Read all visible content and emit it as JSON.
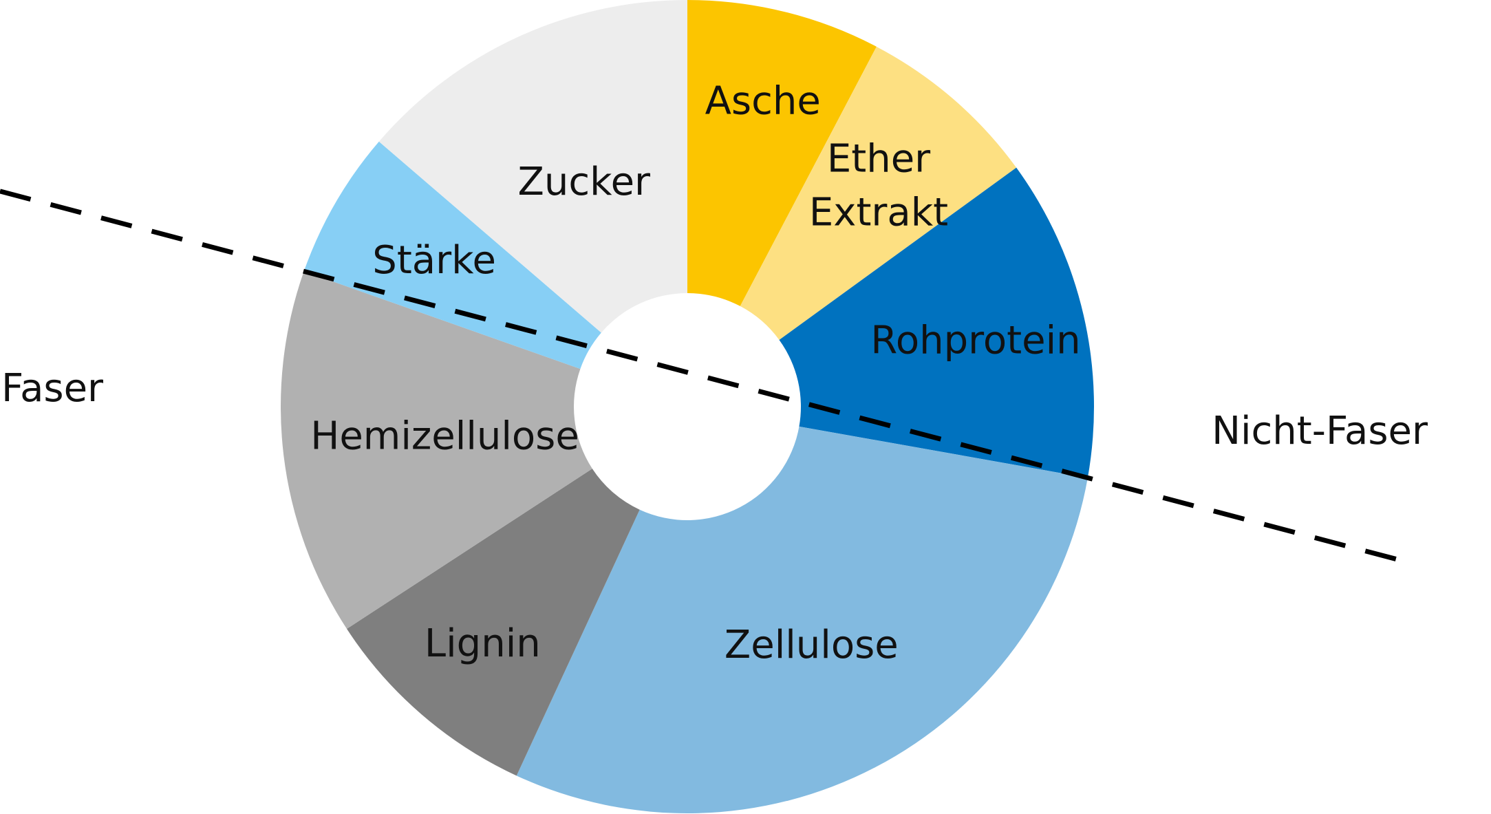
{
  "chart_data": {
    "type": "pie",
    "variant": "donut",
    "direction": "clockwise",
    "start": "top",
    "unit": "share of total (fractions read from slice angles; no values printed)",
    "slices": [
      {
        "label": "Asche",
        "value": 0.077,
        "color": "#FCC500"
      },
      {
        "label": "Ether Extrakt",
        "label_lines": [
          "Ether",
          "Extrakt"
        ],
        "value": 0.073,
        "color": "#FDE082"
      },
      {
        "label": "Rohprotein",
        "value": 0.128,
        "color": "#0072BF"
      },
      {
        "label": "Zellulose",
        "value": 0.291,
        "color": "#82BAE0"
      },
      {
        "label": "Lignin",
        "value": 0.089,
        "color": "#7F7F7F"
      },
      {
        "label": "Hemizellulose",
        "value": 0.146,
        "color": "#B1B1B1"
      },
      {
        "label": "Stärke",
        "value": 0.059,
        "color": "#87CFF5"
      },
      {
        "label": "Zucker",
        "value": 0.137,
        "color": "#EDEDED"
      }
    ],
    "divider": {
      "style": "dashed",
      "label_left": "Faser",
      "label_right": "Nicht-Faser",
      "meets_circle_between": [
        "Stärke / Hemizellulose",
        "Rohprotein / Zellulose"
      ]
    }
  }
}
